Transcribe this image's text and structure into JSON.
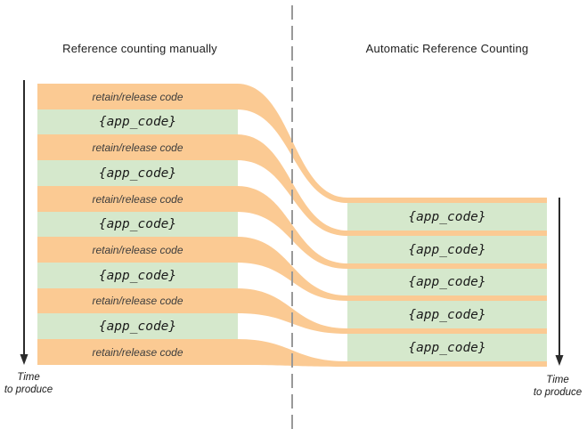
{
  "diagram": {
    "left_panel": {
      "title": "Reference counting manually",
      "bars": [
        {
          "type": "orange",
          "label": "retain/release code"
        },
        {
          "type": "green",
          "label": "{app_code}"
        },
        {
          "type": "orange",
          "label": "retain/release code"
        },
        {
          "type": "green",
          "label": "{app_code}"
        },
        {
          "type": "orange",
          "label": "retain/release code"
        },
        {
          "type": "green",
          "label": "{app_code}"
        },
        {
          "type": "orange",
          "label": "retain/release code"
        },
        {
          "type": "green",
          "label": "{app_code}"
        },
        {
          "type": "orange",
          "label": "retain/release code"
        },
        {
          "type": "green",
          "label": "{app_code}"
        },
        {
          "type": "orange",
          "label": "retain/release code"
        }
      ],
      "time_axis": {
        "line1": "Time",
        "line2": "to produce"
      }
    },
    "right_panel": {
      "title": "Automatic Reference Counting",
      "bars": [
        {
          "label": "{app_code}"
        },
        {
          "label": "{app_code}"
        },
        {
          "label": "{app_code}"
        },
        {
          "label": "{app_code}"
        },
        {
          "label": "{app_code}"
        }
      ],
      "time_axis": {
        "line1": "Time",
        "line2": "to produce"
      }
    },
    "colors": {
      "retain_release_orange": "#FBCA93",
      "app_code_green": "#D5E8CC",
      "divider_gray": "#999999",
      "arrow_black": "#2b2b2b"
    }
  }
}
